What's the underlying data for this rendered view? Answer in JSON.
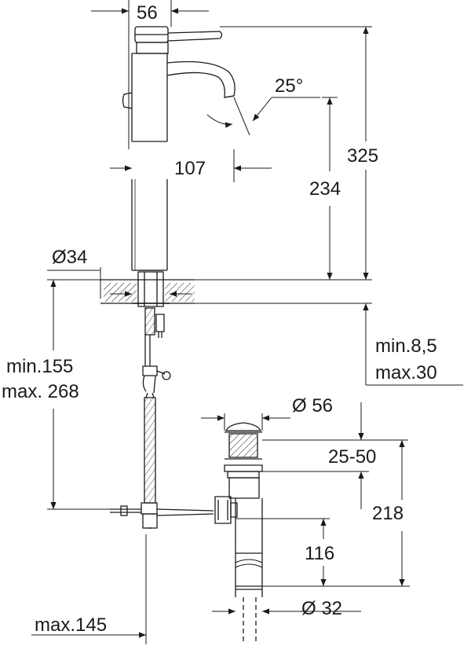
{
  "dimensions": {
    "width_top": "56",
    "angle": "25°",
    "reach": "107",
    "height_total": "325",
    "height_spout": "234",
    "diameter_hole": "Ø34",
    "hose_min": "min.155",
    "hose_max": "max. 268",
    "deck_min": "min.8,5",
    "deck_max": "max.30",
    "waste_diameter": "Ø 56",
    "waste_range": "25-50",
    "waste_height": "218",
    "waste_pipe": "116",
    "pipe_diameter": "Ø 32",
    "rod_max": "max.145"
  },
  "colors": {
    "line": "#1a1a1a",
    "background": "#ffffff"
  }
}
